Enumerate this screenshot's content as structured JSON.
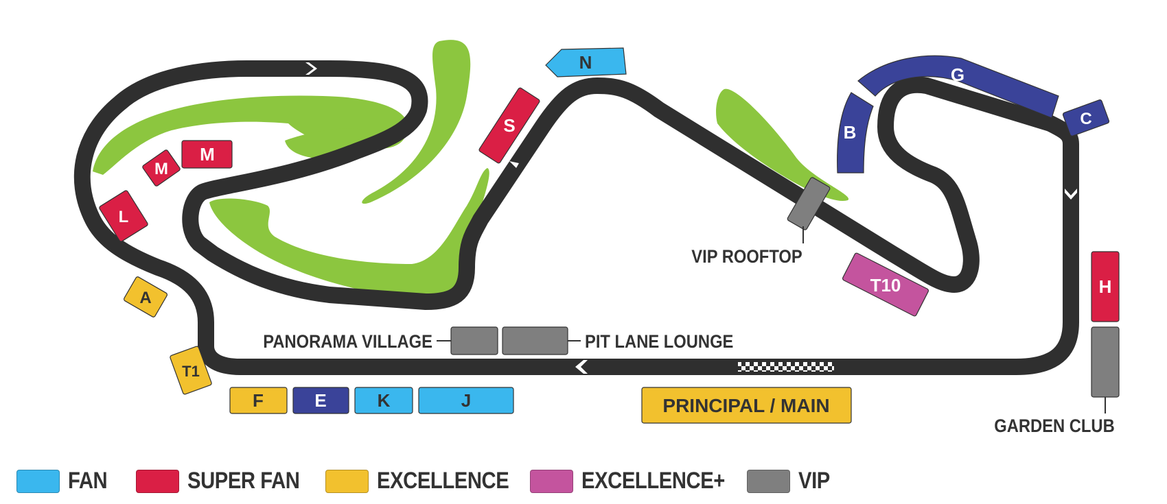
{
  "colors": {
    "track": "#2f2f2f",
    "grass": "#8cc63f",
    "fan": "#3ab7ee",
    "super_fan": "#da1f45",
    "excellence": "#f2c12e",
    "excellence_plus": "#c4549e",
    "vip": "#7f7f7f",
    "standard": "#3a4399",
    "label": "#333333"
  },
  "stands": [
    {
      "id": "N",
      "label": "N",
      "category": "fan"
    },
    {
      "id": "S",
      "label": "S",
      "category": "super_fan"
    },
    {
      "id": "M1",
      "label": "M",
      "category": "super_fan"
    },
    {
      "id": "M2",
      "label": "M",
      "category": "super_fan"
    },
    {
      "id": "L",
      "label": "L",
      "category": "super_fan"
    },
    {
      "id": "A",
      "label": "A",
      "category": "excellence"
    },
    {
      "id": "T1",
      "label": "T1",
      "category": "excellence"
    },
    {
      "id": "F",
      "label": "F",
      "category": "excellence"
    },
    {
      "id": "E",
      "label": "E",
      "category": "standard"
    },
    {
      "id": "K",
      "label": "K",
      "category": "fan"
    },
    {
      "id": "J",
      "label": "J",
      "category": "fan"
    },
    {
      "id": "MAIN",
      "label": "PRINCIPAL / MAIN",
      "category": "excellence"
    },
    {
      "id": "G",
      "label": "G",
      "category": "standard"
    },
    {
      "id": "B",
      "label": "B",
      "category": "standard"
    },
    {
      "id": "C",
      "label": "C",
      "category": "standard"
    },
    {
      "id": "H",
      "label": "H",
      "category": "super_fan"
    },
    {
      "id": "T10",
      "label": "T10",
      "category": "excellence_plus"
    }
  ],
  "vip_areas": {
    "vip_rooftop": "VIP ROOFTOP",
    "panorama_village": "PANORAMA VILLAGE",
    "pit_lane_lounge": "PIT LANE LOUNGE",
    "garden_club": "GARDEN CLUB"
  },
  "legend": [
    {
      "label": "FAN",
      "color": "#3ab7ee"
    },
    {
      "label": "SUPER FAN",
      "color": "#da1f45"
    },
    {
      "label": "EXCELLENCE",
      "color": "#f2c12e"
    },
    {
      "label": "EXCELLENCE+",
      "color": "#c4549e"
    },
    {
      "label": "VIP",
      "color": "#7f7f7f"
    }
  ]
}
